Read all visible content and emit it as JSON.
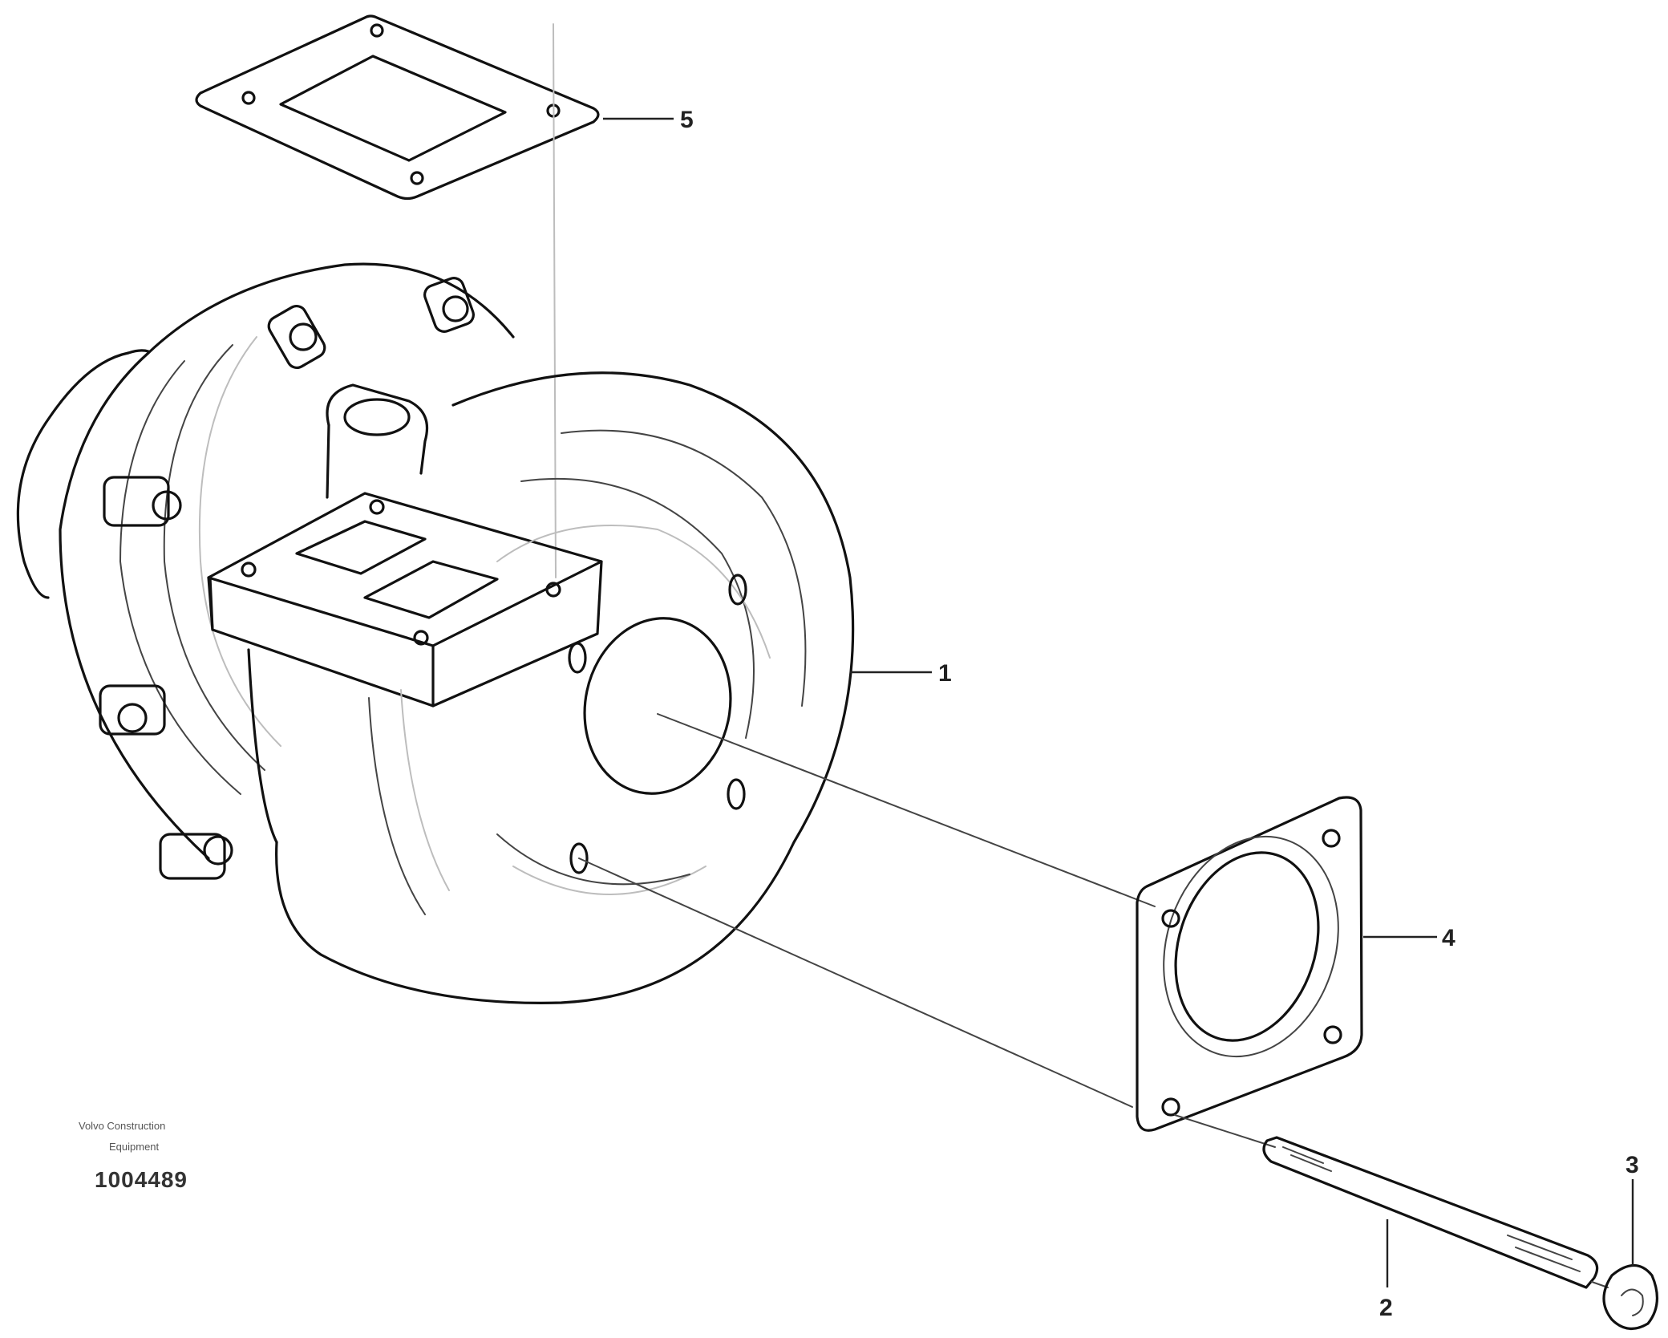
{
  "callouts": {
    "c1": "1",
    "c2": "2",
    "c3": "3",
    "c4": "4",
    "c5": "5"
  },
  "caption": {
    "line1": "Volvo Construction",
    "line2": "Equipment",
    "drawing_id": "1004489"
  },
  "colors": {
    "ink": "#111111",
    "background": "#ffffff"
  }
}
